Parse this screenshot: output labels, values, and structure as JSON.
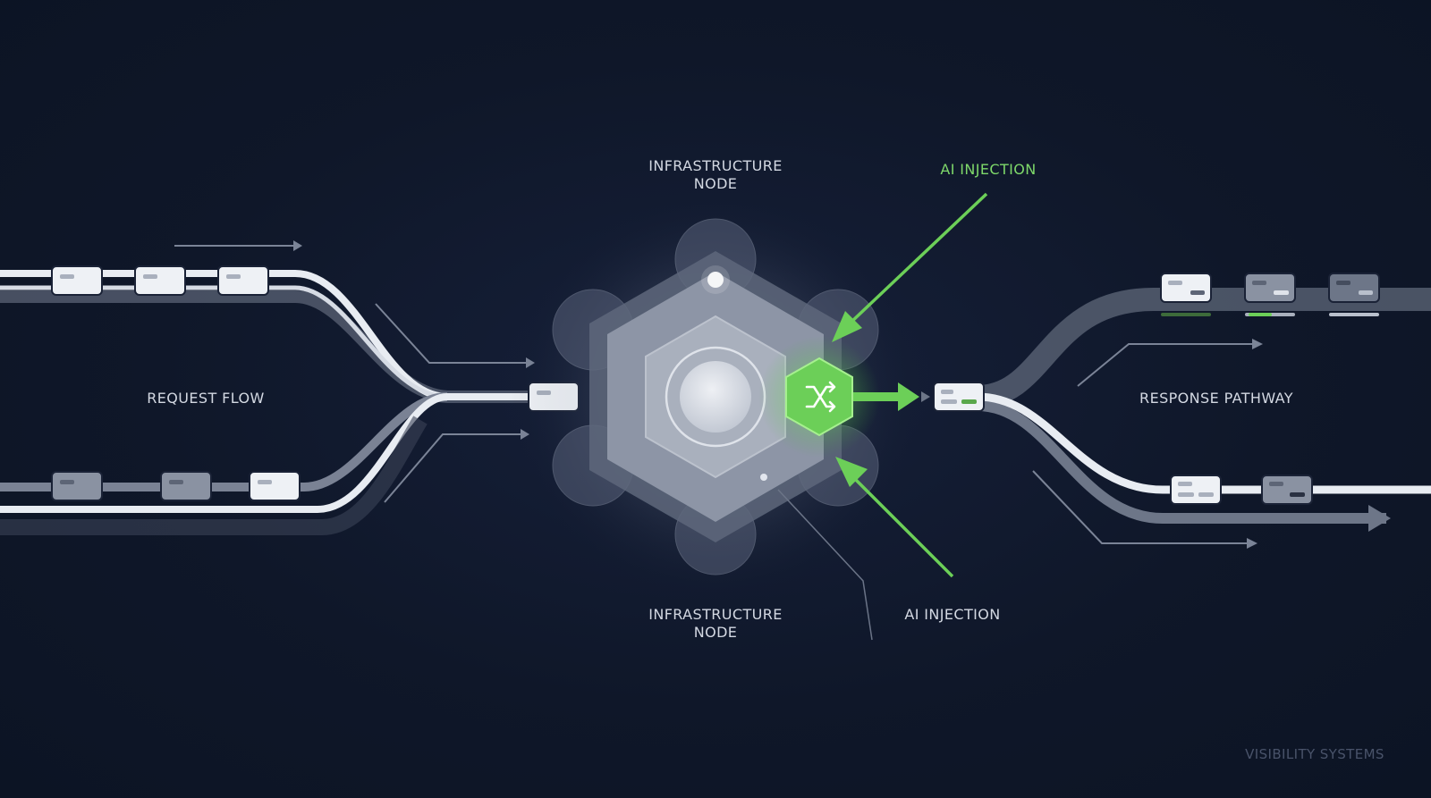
{
  "labels": {
    "infra_top": "INFRASTRUCTURE\nNODE",
    "infra_bottom": "INFRASTRUCTURE\nNODE",
    "ai_injection_top": "AI INJECTION",
    "ai_injection_bottom": "AI INJECTION",
    "request_flow": "REQUEST FLOW",
    "response_pathway": "RESPONSE PATHWAY",
    "watermark": "VISIBILITY SYSTEMS"
  },
  "colors": {
    "background": "#0f1729",
    "accent": "#6ccf58",
    "track_light": "#e8ecf2",
    "track_dark": "#6d7688",
    "node_core": "#d8dce4"
  },
  "icons": {
    "injection_core": "shuffle-icon"
  }
}
